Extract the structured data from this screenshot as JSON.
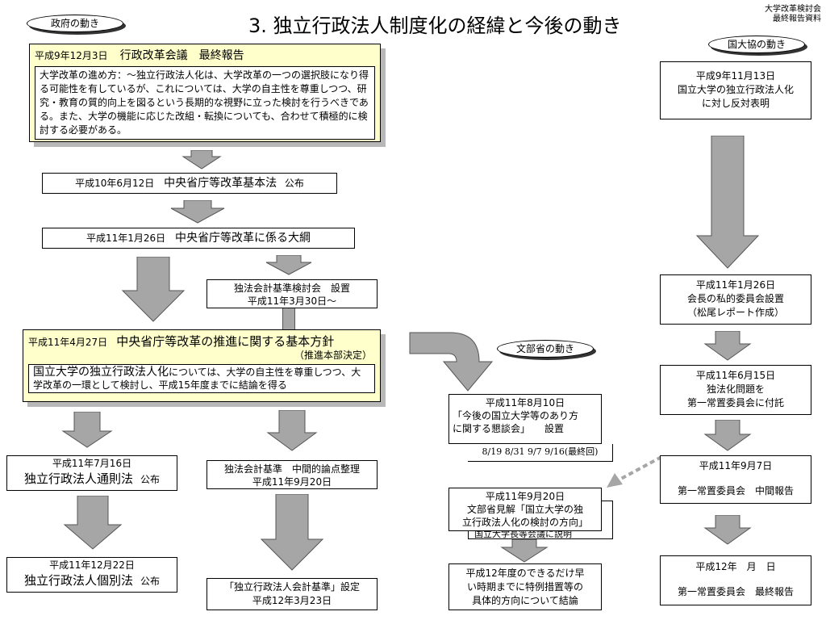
{
  "header": {
    "title": "3. 独立行政法人制度化の経緯と今後の動き",
    "note_line1": "大学改革検討会",
    "note_line2": "最終報告資料"
  },
  "labels": {
    "gov": "政府の動き",
    "kokudai": "国大協の動き",
    "monbu": "文部省の動き"
  },
  "gov": {
    "b1_date": "平成9年12月3日",
    "b1_title": "行政改革会議　最終報告",
    "b1_body": "大学改革の進め方：～独立行政法人化は、大学改革の一つの選択肢になり得る可能性を有しているが、これについては、大学の自主性を尊重しつつ、研究・教育の質的向上を図るという長期的な視野に立った検討を行うべきである。また、大学の機能に応じた改組・転換についても、合わせて積極的に検討する必要がある。",
    "b2_date": "平成10年6月12日",
    "b2_title": "中央省庁等改革基本法",
    "b2_suffix": "公布",
    "b3_date": "平成11年1月26日",
    "b3_title": "中央省庁等改革に係る大綱",
    "b4_line1": "独法会計基準検討会　設置",
    "b4_line2": "平成11年3月30日～",
    "b5_date": "平成11年4月27日",
    "b5_title": "中央省庁等改革の推進に関する基本方針",
    "b5_sub": "（推進本部決定）",
    "b5_body_lead": "国立大学の独立行政法人化",
    "b5_body_rest": "については、大学の自主性を尊重しつつ、大学改革の一環として検討し、平成15年度までに結論を得る",
    "b6_date": "平成11年7月16日",
    "b6_title": "独立行政法人通則法",
    "b6_suffix": "公布",
    "b7_line1": "独法会計基準　中間的論点整理",
    "b7_line2": "平成11年9月20日",
    "b8_date": "平成11年12月22日",
    "b8_title": "独立行政法人個別法",
    "b8_suffix": "公布",
    "b9_line1": "「独立行政法人会計基準」設定",
    "b9_line2": "平成12年3月23日"
  },
  "monbu": {
    "m1_date": "平成11年8月10日",
    "m1_line1": "「今後の国立大学等のあり方",
    "m1_line2": "に関する懇談会」　　設置",
    "m1_dates": "8/19  8/31  9/7  9/16(最終回)",
    "m2_date": "平成11年9月20日",
    "m2_line1": "文部省見解「国立大学の独",
    "m2_line2": "立行政法人化の検討の方向」",
    "m2_note": "国立大学長等会議に説明",
    "m3_line1": "平成12年度のできるだけ早",
    "m3_line2": "い時期までに特例措置等の",
    "m3_line3": "具体的方向について結論"
  },
  "kokudai": {
    "k1_line1": "平成9年11月13日",
    "k1_line2": "国立大学の独立行政法人化",
    "k1_line3": "に対し反対表明",
    "k2_line1": "平成11年1月26日",
    "k2_line2": "会長の私的委員会設置",
    "k2_line3": "（松尾レポート作成）",
    "k3_line1": "平成11年6月15日",
    "k3_line2": "独法化問題を",
    "k3_line3": "第一常置委員会に付託",
    "k4_line1": "平成11年9月7日",
    "k4_line2": "第一常置委員会　中間報告",
    "k5_line1": "平成12年　月　日",
    "k5_line2": "第一常置委員会　最終報告"
  },
  "colors": {
    "highlight_box": "#ffffcc",
    "arrow_fill": "#a6a6a6",
    "dotted_arrow": "#a6a6a6"
  }
}
